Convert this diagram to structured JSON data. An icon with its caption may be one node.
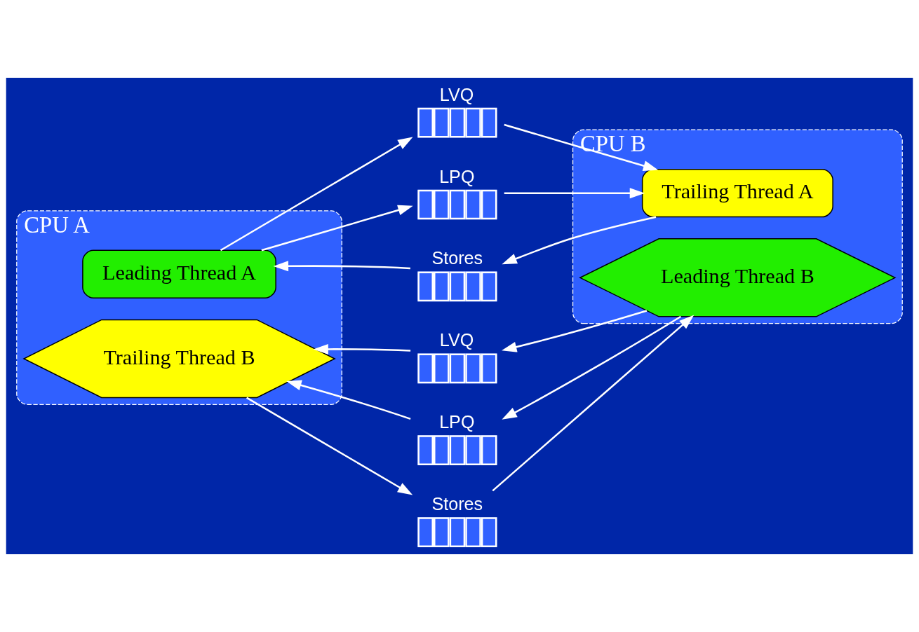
{
  "diagram": {
    "nodes": [
      {
        "text": [
          "CPU A"
        ]
      },
      {
        "text": [
          "Leading Thread A"
        ],
        "in": 0
      },
      {
        "text": [
          "Trailing Thread B"
        ],
        "in": 0
      },
      {
        "text": [
          "CPU B"
        ]
      },
      {
        "text": [
          "Trailing Thread A"
        ],
        "in": 3
      },
      {
        "text": [
          "Leading Thread B"
        ],
        "in": 3
      },
      {
        "text": [
          "LVQ"
        ]
      },
      {
        "text": [
          "LPQ"
        ]
      },
      {
        "text": [
          "Stores"
        ]
      },
      {
        "text": [
          "LVQ"
        ]
      },
      {
        "text": [
          "LPQ"
        ]
      },
      {
        "text": [
          "Stores"
        ]
      }
    ],
    "edges": [
      {
        "from": 1,
        "to": 6,
        "arrow": "to"
      },
      {
        "from": 6,
        "to": 4,
        "arrow": "to"
      },
      {
        "from": 1,
        "to": 7,
        "arrow": "to"
      },
      {
        "from": 7,
        "to": 4,
        "arrow": "to"
      },
      {
        "from": 4,
        "to": 8,
        "arrow": "to"
      },
      {
        "from": 8,
        "to": 1,
        "arrow": "to"
      },
      {
        "from": 5,
        "to": 9,
        "arrow": "to"
      },
      {
        "from": 9,
        "to": 2,
        "arrow": "to"
      },
      {
        "from": 5,
        "to": 10,
        "arrow": "to"
      },
      {
        "from": 10,
        "to": 2,
        "arrow": "to"
      },
      {
        "from": 2,
        "to": 11,
        "arrow": "to"
      },
      {
        "from": 11,
        "to": 5,
        "arrow": "to"
      }
    ]
  }
}
